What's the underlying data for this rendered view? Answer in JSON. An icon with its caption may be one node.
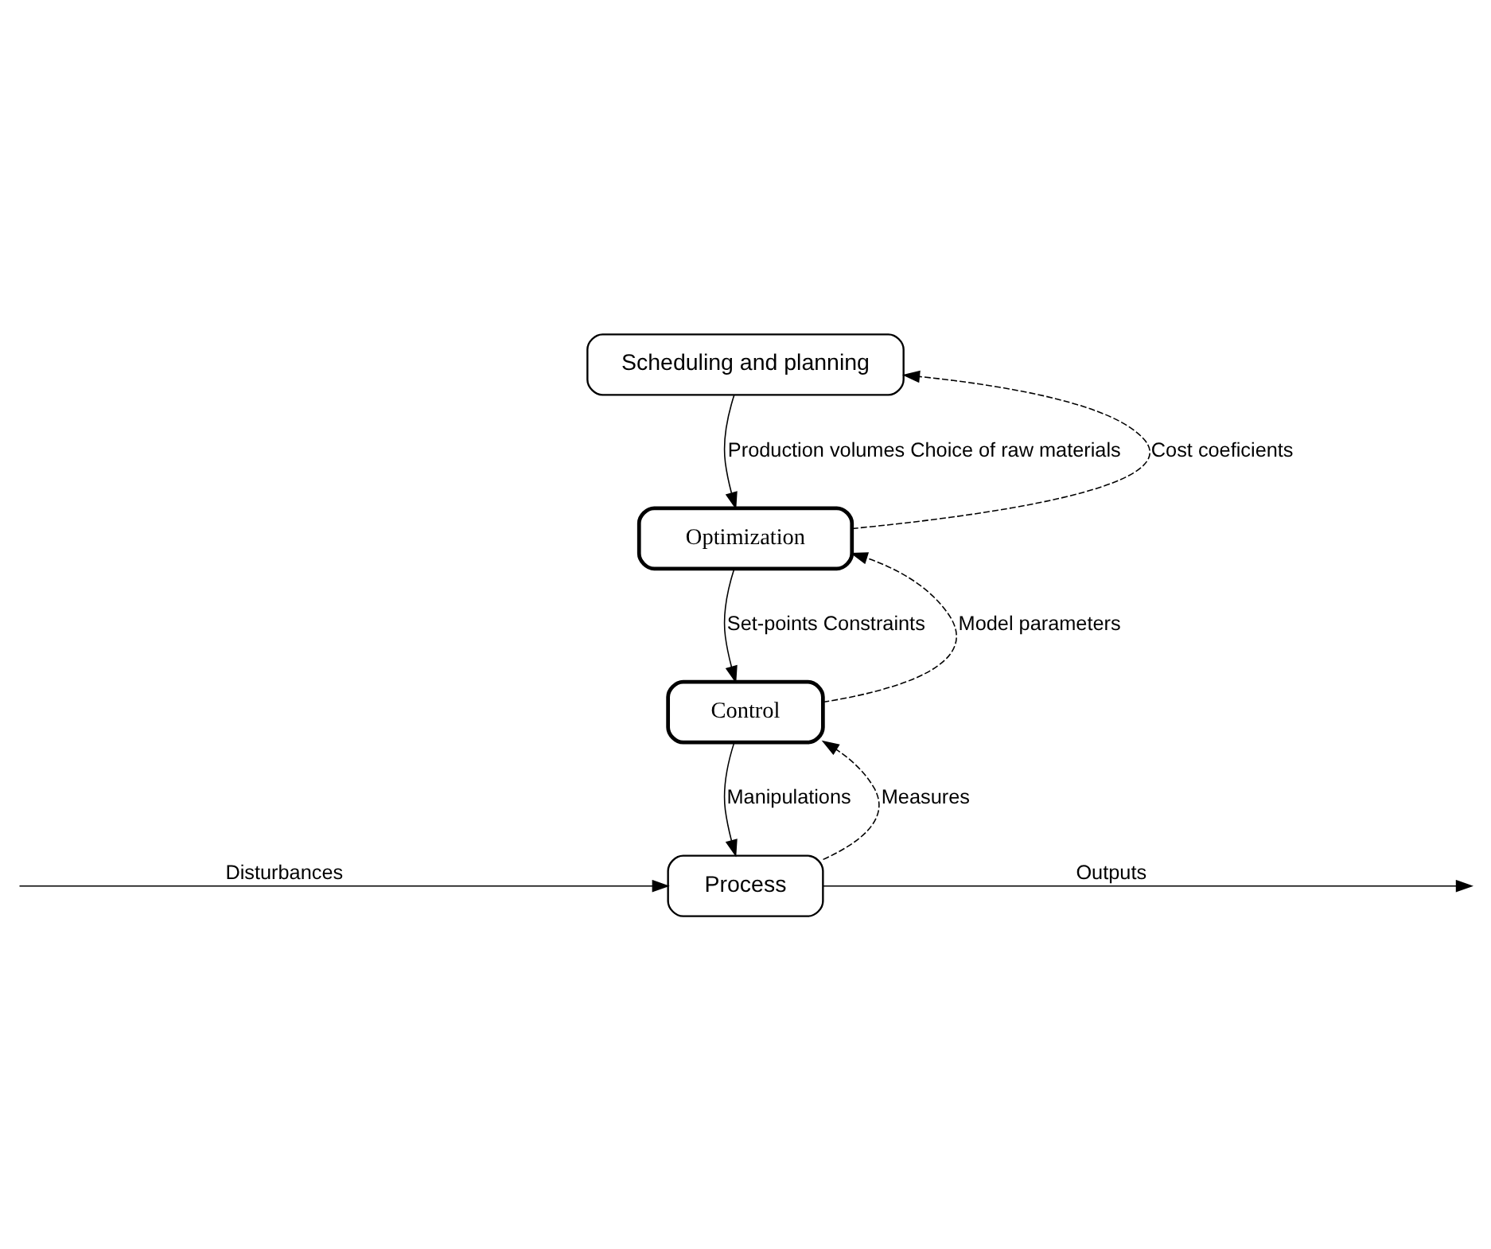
{
  "diagram": {
    "nodes": [
      {
        "text": [
          "Scheduling and planning"
        ]
      },
      {
        "text": [
          "Optimization"
        ]
      },
      {
        "text": [
          "Control"
        ]
      },
      {
        "text": [
          "Process"
        ]
      }
    ],
    "edges": [
      {
        "from": 0,
        "to": 1,
        "arrow": "to",
        "label": "Production volumes Choice of raw materials"
      },
      {
        "from": 1,
        "to": 0,
        "arrow": "to",
        "style": "dashed",
        "label": "Cost coeficients"
      },
      {
        "from": 1,
        "to": 2,
        "arrow": "to",
        "label": "Set-points Constraints"
      },
      {
        "from": 2,
        "to": 1,
        "arrow": "to",
        "style": "dashed",
        "label": "Model parameters"
      },
      {
        "from": 2,
        "to": 3,
        "arrow": "to",
        "label": "Manipulations"
      },
      {
        "from": 3,
        "to": 2,
        "arrow": "to",
        "style": "dashed",
        "label": "Measures"
      },
      {
        "from": null,
        "to": 3,
        "arrow": "to",
        "label": "Disturbances"
      },
      {
        "from": 3,
        "to": null,
        "arrow": "to",
        "label": "Outputs"
      }
    ]
  }
}
